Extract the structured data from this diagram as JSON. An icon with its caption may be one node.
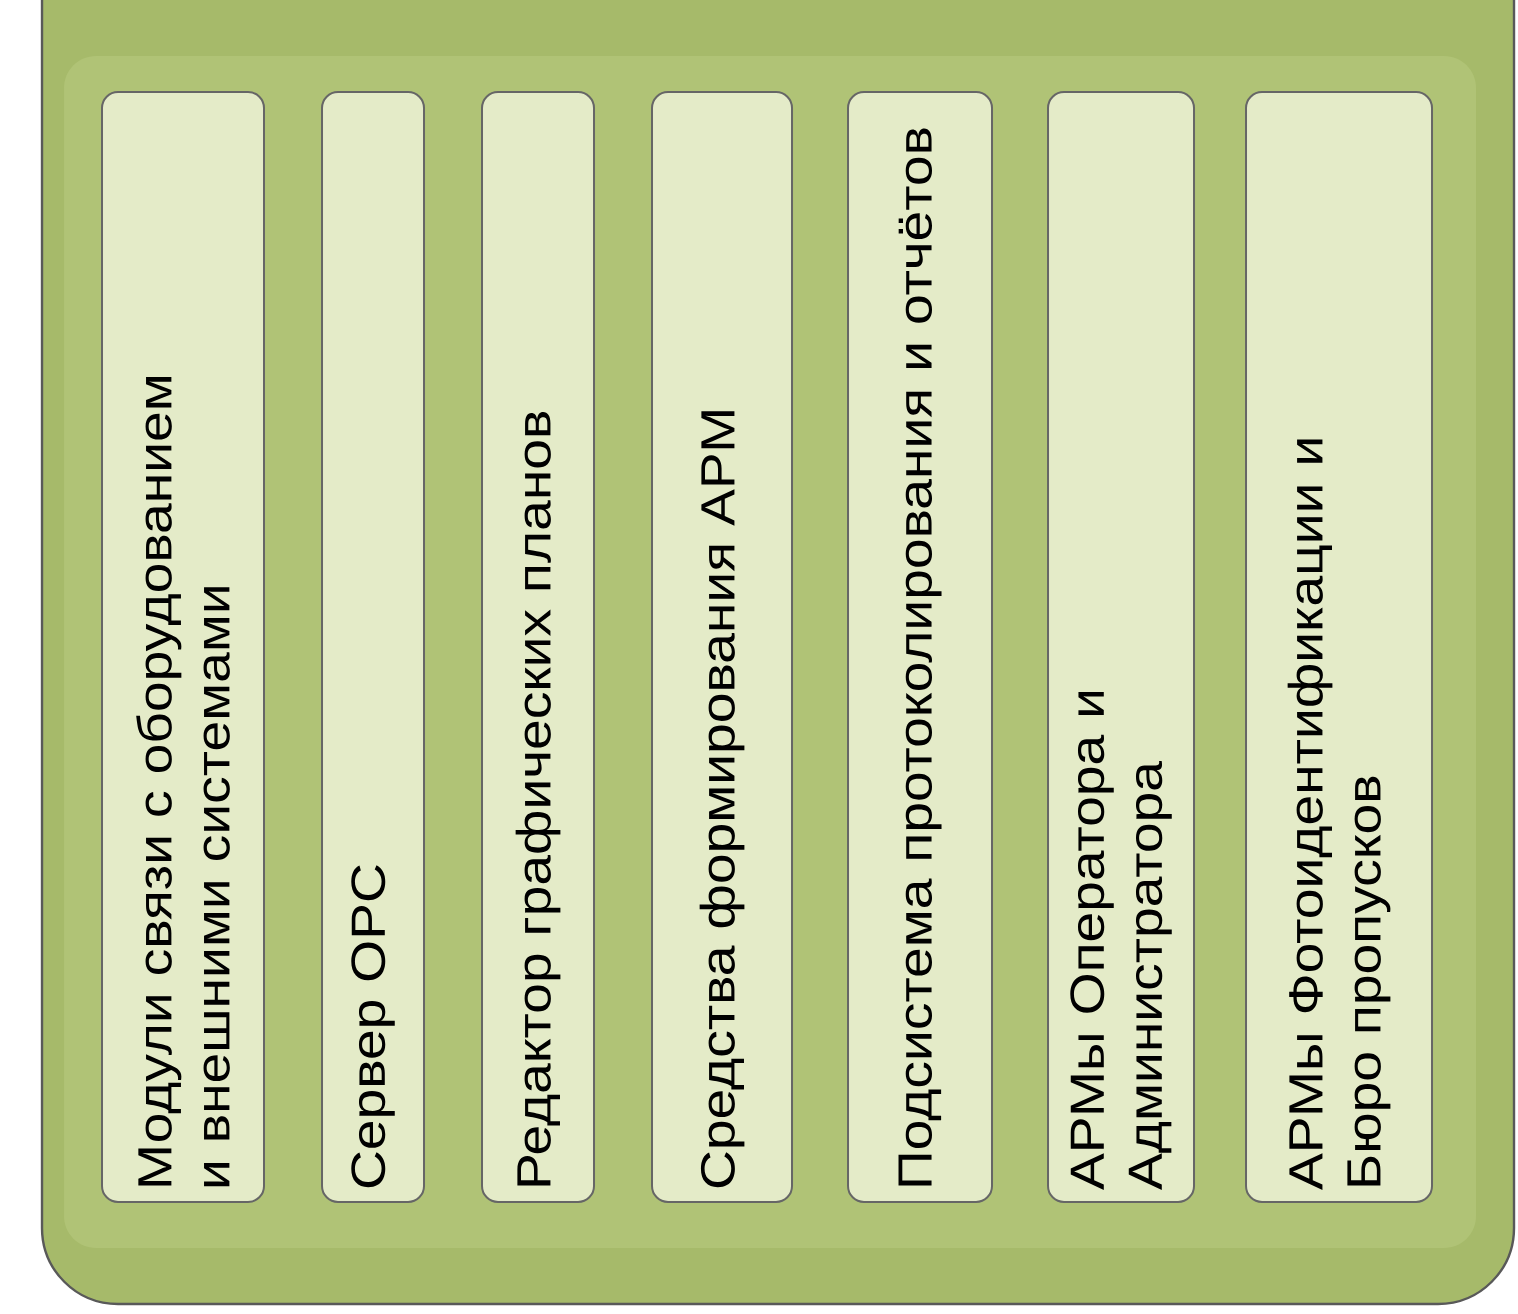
{
  "diagram": {
    "nodes": [
      {
        "text": [],
        "shape": "box"
      },
      {
        "text": [
          "Модули связи с оборудованием и внешними системами"
        ],
        "in": 0
      },
      {
        "text": [
          "Сервер OPC"
        ],
        "in": 0
      },
      {
        "text": [
          "Редактор графических планов"
        ],
        "in": 0
      },
      {
        "text": [
          "Средства формирования АРМ"
        ],
        "in": 0
      },
      {
        "text": [
          "Подсистема протоколирования и отчётов"
        ],
        "in": 0
      },
      {
        "text": [
          "АРМы Оператора и Администратора"
        ],
        "in": 0
      },
      {
        "text": [
          "АРМы Фотоидентификации и Бюро пропусков"
        ],
        "in": 0
      }
    ]
  }
}
